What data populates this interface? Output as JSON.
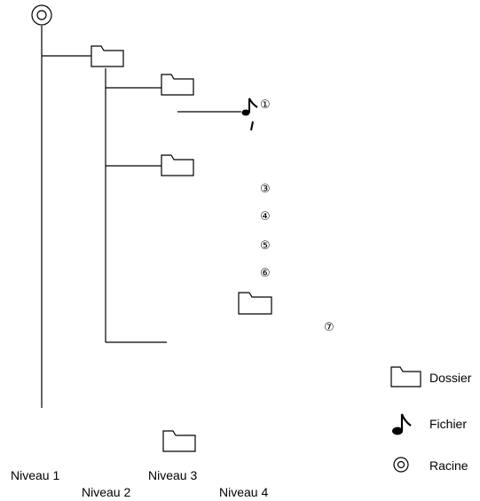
{
  "tree": {
    "file_numbers": [
      "①",
      "③",
      "④",
      "⑤",
      "⑥",
      "⑦"
    ]
  },
  "legend": {
    "folder_label": "Dossier",
    "file_label": "Fichier",
    "root_label": "Racine"
  },
  "levels": [
    "Niveau 1",
    "Niveau 2",
    "Niveau 3",
    "Niveau 4"
  ]
}
